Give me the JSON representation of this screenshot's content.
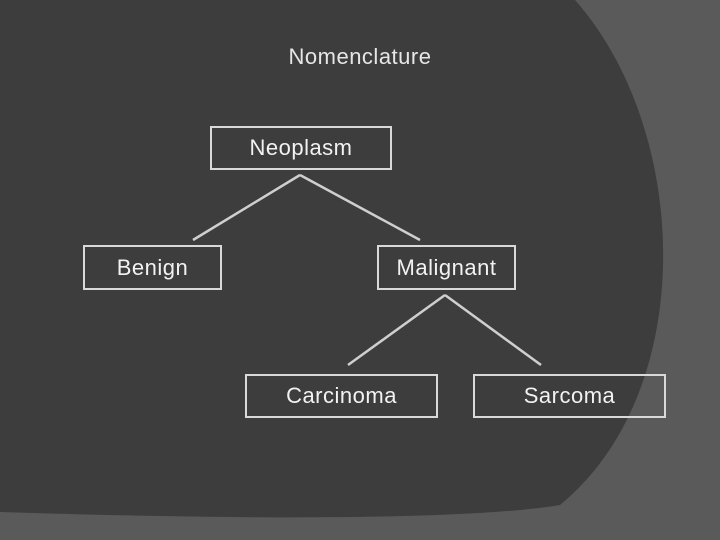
{
  "title": "Nomenclature",
  "colors": {
    "background_outer": "#5a5a5a",
    "background_inner": "#3d3d3d",
    "node_border": "#d9d9d9",
    "text": "#f2f2f2",
    "connector": "#cfcfcf"
  },
  "nodes": {
    "root": "Neoplasm",
    "benign": "Benign",
    "malignant": "Malignant",
    "carcinoma": "Carcinoma",
    "sarcoma": "Sarcoma"
  }
}
